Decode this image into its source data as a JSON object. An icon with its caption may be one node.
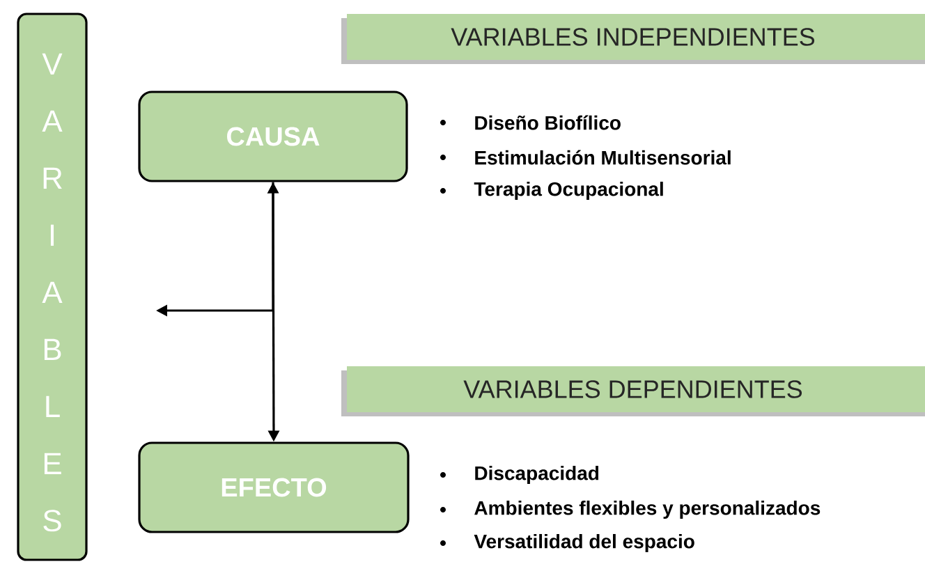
{
  "diagram": {
    "nodes": [
      {
        "text": [
          "VARIABLES"
        ]
      },
      {
        "text": [
          "VARIABLES INDEPENDIENTES"
        ]
      },
      {
        "text": [
          "CAUSA"
        ]
      },
      {
        "text": [
          "VARIABLES DEPENDIENTES"
        ]
      },
      {
        "text": [
          "EFECTO"
        ]
      }
    ],
    "edges": [
      {
        "from": 2,
        "to": 4,
        "arrow": "both"
      },
      {
        "from": 2,
        "to": null,
        "arrow": "to"
      }
    ],
    "labels": [
      "Diseño Biofílico",
      "Estimulación Multisensorial",
      "Terapia Ocupacional",
      "Discapacidad",
      "Ambientes flexibles y personalizados",
      "Versatilidad del espacio"
    ]
  }
}
